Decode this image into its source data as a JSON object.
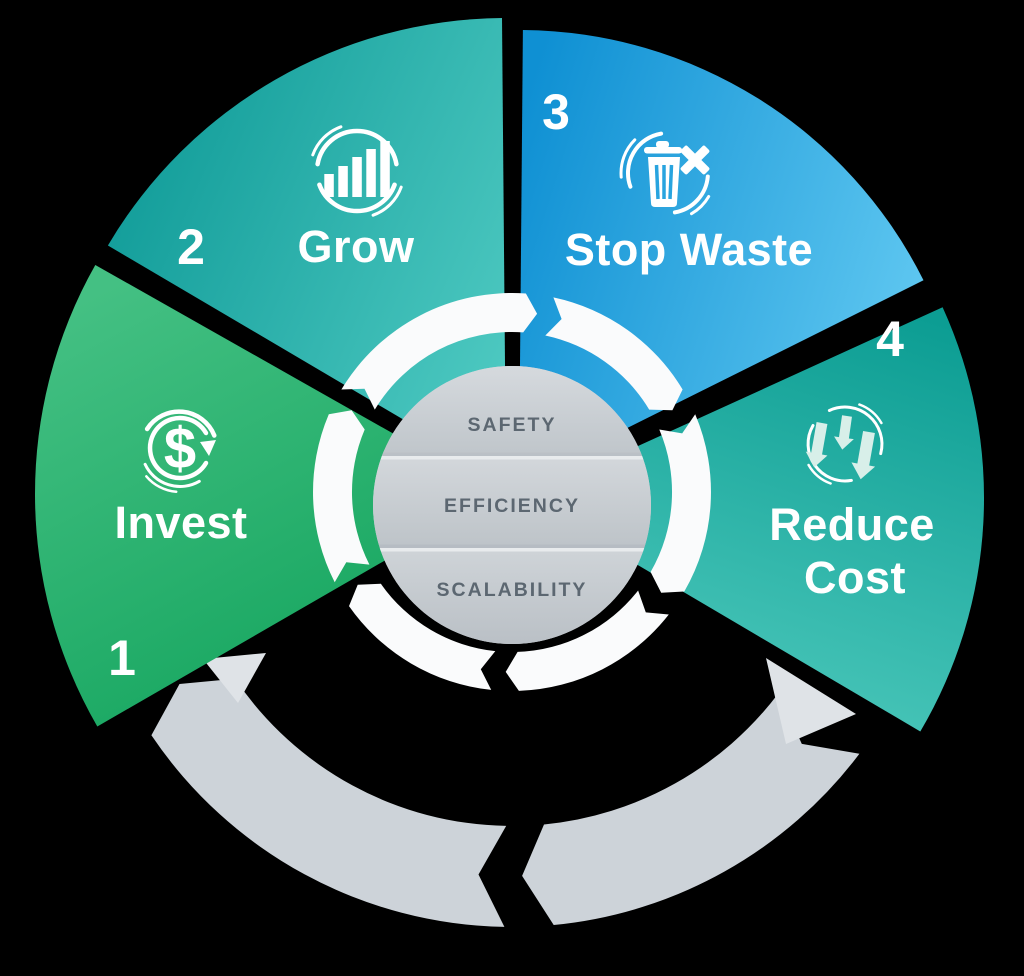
{
  "diagram": {
    "title": "business-cycle-infographic",
    "background_color": "#000000",
    "center": {
      "bands": [
        "SAFETY",
        "EFFICIENCY",
        "SCALABILITY"
      ],
      "text_color": "#5c6771",
      "circle_color": "#c9ced4"
    },
    "ring": {
      "color": "#fafbfc",
      "direction": "clockwise",
      "arrow_count": 6
    },
    "outer_cycle": {
      "color": "#cdd3d9",
      "arrow_count": 2,
      "direction": "clockwise"
    },
    "segments": [
      {
        "number": "1",
        "label": "Invest",
        "icon": "dollar-refresh-icon",
        "color_from": "#3fbd7e",
        "color_to": "#13a45d"
      },
      {
        "number": "2",
        "label": "Grow",
        "icon": "bar-chart-icon",
        "color_from": "#129d9a",
        "color_to": "#4cc8c0"
      },
      {
        "number": "3",
        "label": "Stop Waste",
        "icon": "no-waste-icon",
        "color_from": "#0f90d3",
        "color_to": "#5dc6f0"
      },
      {
        "number": "4",
        "label": "Reduce Cost",
        "label_lines": [
          "Reduce",
          "Cost"
        ],
        "icon": "cost-down-icon",
        "color_from": "#0c9d93",
        "color_to": "#4cc8bb"
      }
    ]
  }
}
